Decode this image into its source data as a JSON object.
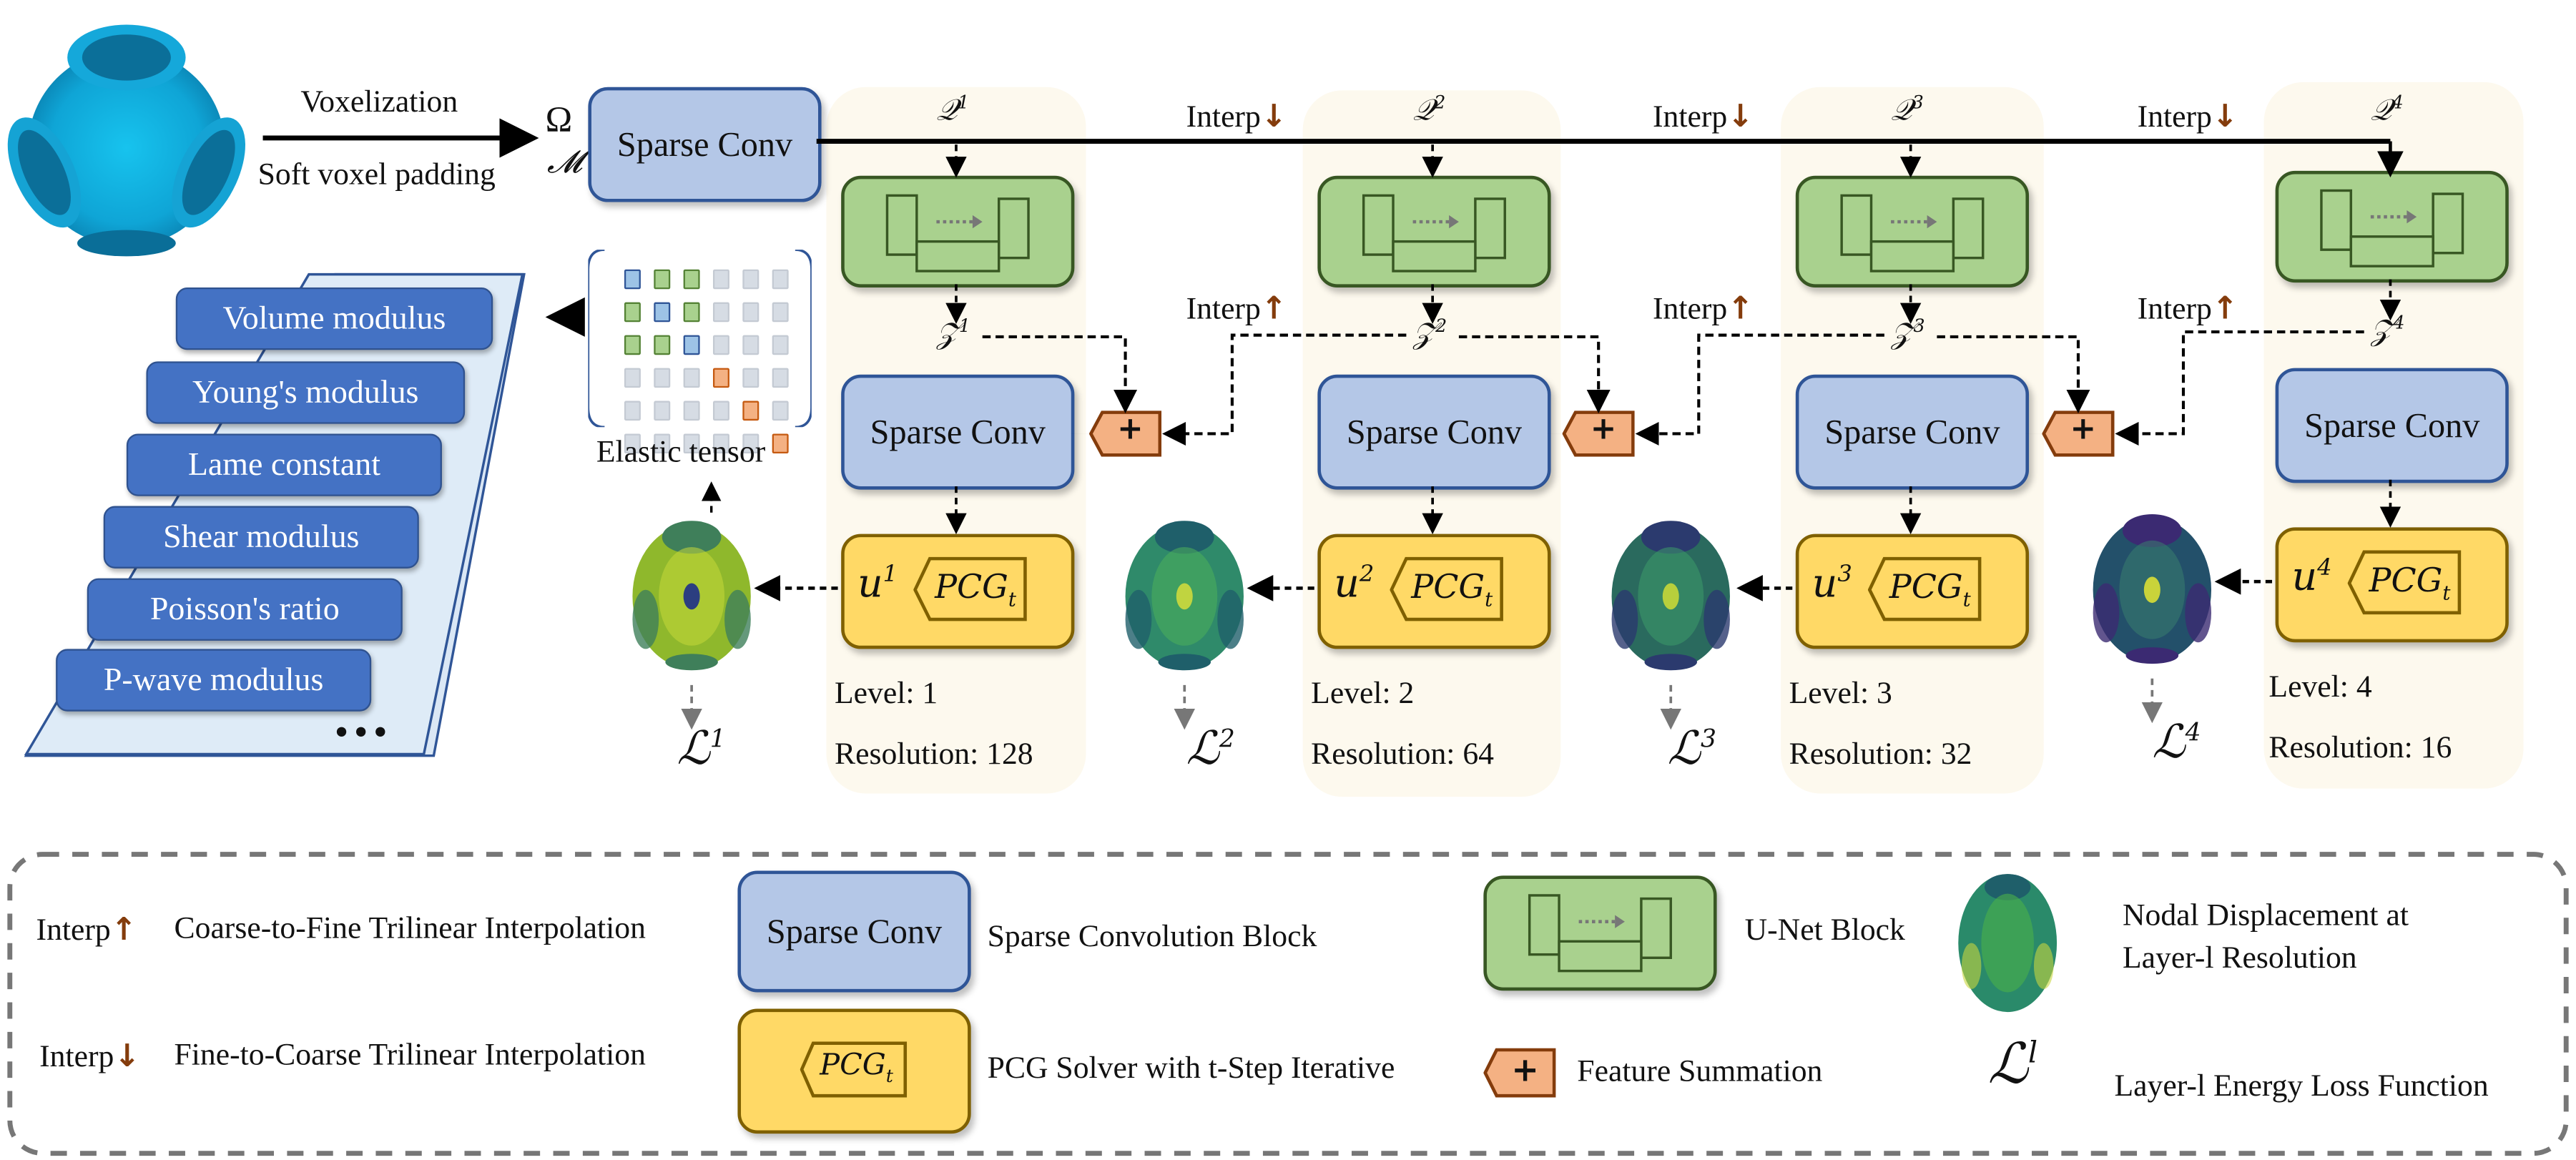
{
  "input": {
    "arrow_top_label": "Voxelization",
    "arrow_bottom_label": "Soft voxel padding",
    "omega_symbol": "Ω",
    "mesh_symbol": "𝓜",
    "object_color": "#1aa3d6"
  },
  "main": {
    "sparse_conv_label": "Sparse Conv",
    "levels": [
      {
        "q": "𝒬",
        "q_sup": "1",
        "z": "𝒵",
        "z_sup": "1",
        "u": "u",
        "u_sup": "1",
        "pcg": "PCG",
        "pcg_sub": "t",
        "level_text": "Level: 1",
        "resolution_text": "Resolution: 128",
        "loss": "ℒ",
        "loss_sup": "1",
        "sparse_conv_label": "Sparse Conv"
      },
      {
        "q": "𝒬",
        "q_sup": "2",
        "z": "𝒵",
        "z_sup": "2",
        "u": "u",
        "u_sup": "2",
        "pcg": "PCG",
        "pcg_sub": "t",
        "level_text": "Level: 2",
        "resolution_text": "Resolution: 64",
        "loss": "ℒ",
        "loss_sup": "2",
        "sparse_conv_label": "Sparse Conv"
      },
      {
        "q": "𝒬",
        "q_sup": "3",
        "z": "𝒵",
        "z_sup": "3",
        "u": "u",
        "u_sup": "3",
        "pcg": "PCG",
        "pcg_sub": "t",
        "level_text": "Level: 3",
        "resolution_text": "Resolution: 32",
        "loss": "ℒ",
        "loss_sup": "3",
        "sparse_conv_label": "Sparse Conv"
      },
      {
        "q": "𝒬",
        "q_sup": "4",
        "z": "𝒵",
        "z_sup": "4",
        "u": "u",
        "u_sup": "4",
        "pcg": "PCG",
        "pcg_sub": "t",
        "level_text": "Level: 4",
        "resolution_text": "Resolution: 16",
        "loss": "ℒ",
        "loss_sup": "4",
        "sparse_conv_label": "Sparse Conv"
      }
    ],
    "interp_label": "Interp",
    "plus_symbol": "+",
    "elastic_tensor_label": "Elastic tensor",
    "elastic_tensor_grid": [
      [
        "blue",
        "green",
        "green",
        "gray",
        "gray",
        "gray"
      ],
      [
        "green",
        "blue",
        "green",
        "gray",
        "gray",
        "gray"
      ],
      [
        "green",
        "green",
        "blue",
        "gray",
        "gray",
        "gray"
      ],
      [
        "gray",
        "gray",
        "gray",
        "orange",
        "gray",
        "gray"
      ],
      [
        "gray",
        "gray",
        "gray",
        "gray",
        "orange",
        "gray"
      ],
      [
        "gray",
        "gray",
        "gray",
        "gray",
        "gray",
        "orange"
      ]
    ]
  },
  "properties": {
    "items": [
      "Volume modulus",
      "Young's modulus",
      "Lame constant",
      "Shear modulus",
      "Poisson's ratio",
      "P-wave modulus"
    ],
    "more": "•••"
  },
  "legend": {
    "interp_up_label": "Interp",
    "interp_up_desc": "Coarse-to-Fine Trilinear Interpolation",
    "interp_down_label": "Interp",
    "interp_down_desc": "Fine-to-Coarse Trilinear Interpolation",
    "sparse_conv_label": "Sparse Conv",
    "sparse_conv_desc": "Sparse Convolution Block",
    "pcg_label": "PCG",
    "pcg_sub": "t",
    "pcg_desc": "PCG Solver with t-Step Iterative",
    "unet_desc": "U-Net Block",
    "plus_symbol": "+",
    "feature_sum_desc": "Feature Summation",
    "nodal_desc_line1": "Nodal Displacement at",
    "nodal_desc_line2": "Layer-l  Resolution",
    "loss_symbol": "ℒ",
    "loss_sup": "l",
    "loss_desc": "Layer-l Energy Loss Function"
  },
  "colors": {
    "sparse_conv_fill": "#b4c7e7",
    "sparse_conv_border": "#2f5597",
    "unet_fill": "#a9d18e",
    "unet_border": "#385723",
    "pcg_fill": "#ffd966",
    "pcg_border": "#7f6000",
    "plus_fill": "#f4b183",
    "plus_border": "#843c0c",
    "interp_arrow": "#843c0c",
    "property_fill": "#4472c4",
    "column_bg": "#fdf9ee",
    "tensor_blue": "#9dc3e6",
    "tensor_green": "#a9d18e",
    "tensor_gray": "#d6dce4",
    "tensor_orange": "#f4b183"
  }
}
